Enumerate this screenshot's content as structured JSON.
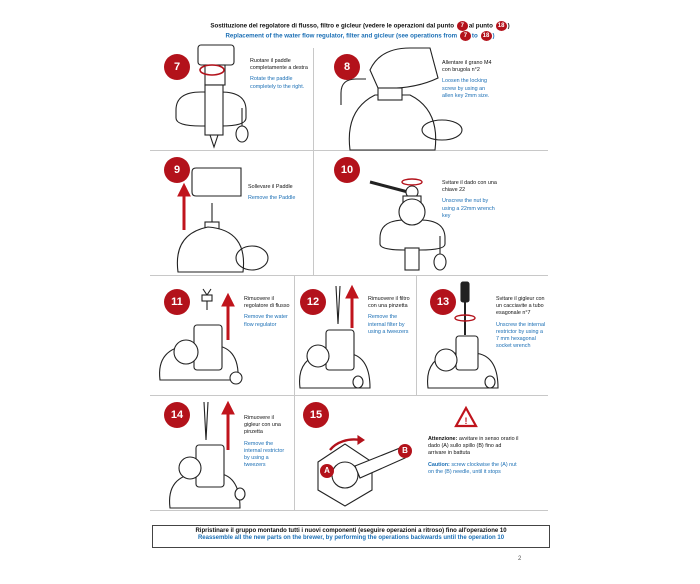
{
  "header": {
    "title_it_before": "Sostituzione del regolatore di flusso, filtro e gicleur (vedere le operazioni dal punto",
    "title_it_mid": "al punto",
    "title_en_before": "Replacement of the water flow regulator, filter and gicleur (see operations from",
    "title_en_mid": "to",
    "from": "7",
    "to": "18"
  },
  "steps": [
    {
      "num": "7",
      "it": "Ruotare il paddle completamente a destra",
      "en": "Rotate the paddle completely to the right."
    },
    {
      "num": "8",
      "it": "Allentare il grano M4 con brugola n°2",
      "en": "Loosen the locking screw by using an allen key 2mm size."
    },
    {
      "num": "9",
      "it": "Sollevare il Paddle",
      "en": "Remove the  Paddle"
    },
    {
      "num": "10",
      "it": "Svitare il dado con una chiave 22",
      "en": "Unscrew the nut by using a 22mm wrench key"
    },
    {
      "num": "11",
      "it": "Rimuovere il regolatore di flusso",
      "en": "Remove the water flow regulator"
    },
    {
      "num": "12",
      "it": "Rimuovere il filtro con una pinzetta",
      "en": "Remove the internal filter by using a tweezers"
    },
    {
      "num": "13",
      "it": "Svitare il gigleur con un cacciavite a tubo esagonale n°7",
      "en": "Unscrew the internal restrictor by using a 7 mm hexagonal socket wrench"
    },
    {
      "num": "14",
      "it": "Rimuovere il gigleur con una pinzetta",
      "en": "Remove the internal restrictor by using a tweezers"
    },
    {
      "num": "15",
      "it_bold": "Attenzione:",
      "it": " avvitare in senso orario il dado (A) sullo spillo (B) fino ad arrivare in battuta",
      "en_bold": "Caution:",
      "en": " screw clockwise the (A) nut on the (B) needle, until it stops"
    }
  ],
  "labels": {
    "a": "A",
    "b": "B"
  },
  "footer": {
    "it": "Ripristinare il gruppo montando tutti i nuovi componenti (eseguire operazioni a ritroso) fino all'operazione 10",
    "en": "Reassemble all the new parts on the brewer, by performing the operations backwards until the operation 10"
  },
  "page_number": "2",
  "colors": {
    "accent_red": "#b3121b",
    "text_blue": "#1b6fb5"
  }
}
